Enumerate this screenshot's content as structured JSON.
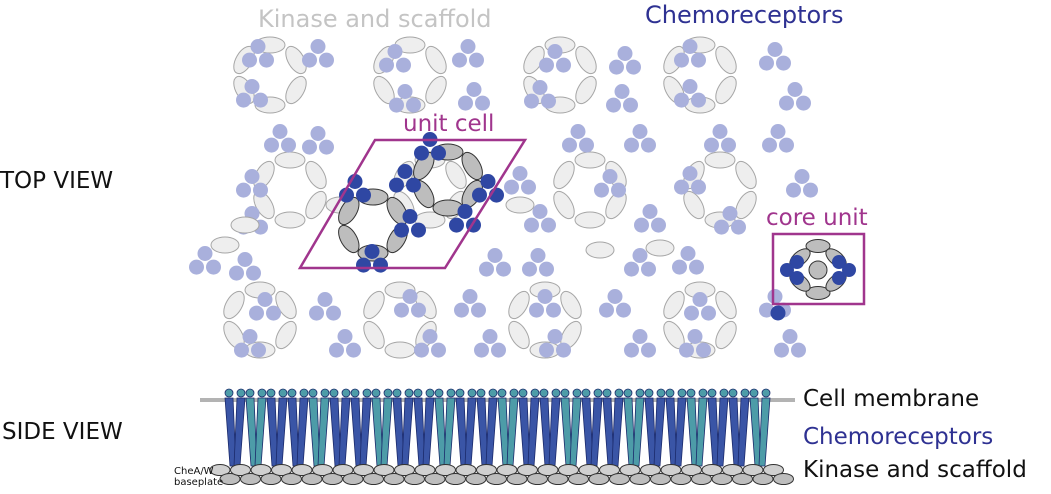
{
  "labels": {
    "kinase_top": "Kinase and scaffold",
    "chemoreceptors_top": "Chemoreceptors",
    "unit_cell": "unit cell",
    "core_unit": "core unit",
    "top_view": "TOP VIEW",
    "side_view": "SIDE VIEW",
    "cell_membrane": "Cell membrane",
    "chemoreceptors_side": "Chemoreceptors",
    "kinase_side": "Kinase and scaffold",
    "baseplate_line1": "CheA/W",
    "baseplate_line2": "baseplate"
  },
  "colors": {
    "gray_text": "#c4c4c4",
    "navy_text": "#2e3192",
    "magenta": "#a0358d",
    "light_receptor": "#a9b0dc",
    "dark_receptor": "#2f47a3",
    "light_kinase_fill": "#eeeeee",
    "light_kinase_stroke": "#a6a6a6",
    "dark_kinase_fill": "#bdbdbd",
    "dark_kinase_stroke": "#333333",
    "receptor_blue": "#3a55a6",
    "receptor_teal": "#4d9ca8",
    "membrane": "#b3b3b3"
  }
}
